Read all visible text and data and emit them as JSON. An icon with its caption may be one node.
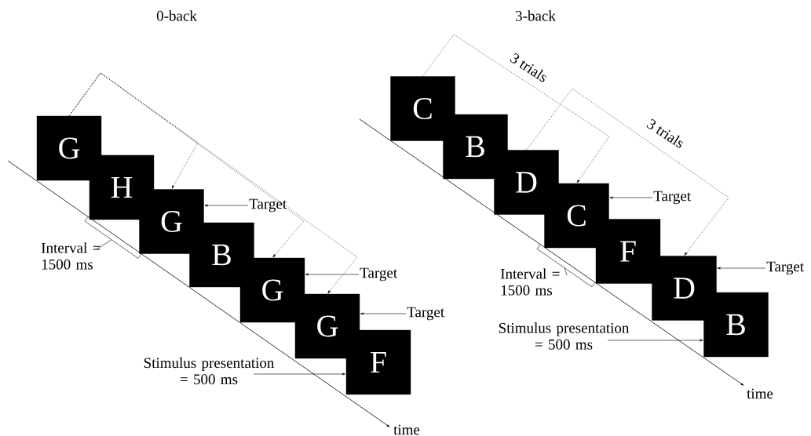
{
  "diagram": {
    "nodes": [
      {
        "text": [
          "G"
        ]
      },
      {
        "text": [
          "H"
        ]
      },
      {
        "text": [
          "G"
        ]
      },
      {
        "text": [
          "B"
        ]
      },
      {
        "text": [
          "G"
        ]
      },
      {
        "text": [
          "G"
        ]
      },
      {
        "text": [
          "F"
        ]
      },
      {
        "text": [
          "C"
        ]
      },
      {
        "text": [
          "B"
        ]
      },
      {
        "text": [
          "D"
        ]
      },
      {
        "text": [
          "C"
        ]
      },
      {
        "text": [
          "F"
        ]
      },
      {
        "text": [
          "D"
        ]
      },
      {
        "text": [
          "B"
        ]
      },
      {
        "text": [
          "Target"
        ]
      },
      {
        "text": [
          "Target"
        ]
      },
      {
        "text": [
          "Target"
        ]
      },
      {
        "text": [
          "Stimulus presentation = 500 ms"
        ]
      },
      {
        "text": [
          "Interval = 1500 ms"
        ]
      },
      {
        "text": [
          "Target"
        ]
      },
      {
        "text": [
          "Target"
        ]
      },
      {
        "text": [
          "Stimulus presentation = 500 ms"
        ]
      },
      {
        "text": [
          "Interval = 1500 ms"
        ]
      }
    ],
    "edges": [
      {
        "from": 0,
        "to": 2,
        "arrow": "to",
        "style": "dashed"
      },
      {
        "from": 0,
        "to": 4,
        "arrow": "to",
        "style": "dashed"
      },
      {
        "from": 0,
        "to": 5,
        "arrow": "to",
        "style": "dashed"
      },
      {
        "from": 7,
        "to": 10,
        "arrow": "to",
        "style": "dashed",
        "label": "3 trials"
      },
      {
        "from": 9,
        "to": 12,
        "arrow": "to",
        "style": "dashed",
        "label": "3 trials"
      },
      {
        "from": 14,
        "to": 2,
        "arrow": "to"
      },
      {
        "from": 15,
        "to": 4,
        "arrow": "to"
      },
      {
        "from": 16,
        "to": 5,
        "arrow": "to"
      },
      {
        "from": 17,
        "to": 6,
        "arrow": "to"
      },
      {
        "from": 18,
        "to": null,
        "arrow": "none"
      },
      {
        "from": 19,
        "to": 10,
        "arrow": "to"
      },
      {
        "from": 20,
        "to": 12,
        "arrow": "to"
      },
      {
        "from": 21,
        "to": 13,
        "arrow": "to"
      },
      {
        "from": 22,
        "to": null,
        "arrow": "none"
      }
    ],
    "labels": [
      "0-back",
      "3-back",
      "time",
      "time"
    ]
  }
}
